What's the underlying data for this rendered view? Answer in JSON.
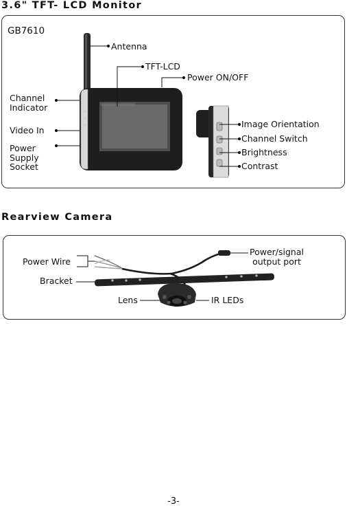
{
  "monitor": {
    "title": "3.6\"  TFT- LCD Monitor",
    "model": "GB7610",
    "labels": {
      "antenna": "Antenna",
      "tft_lcd": "TFT-LCD",
      "power_on_off": "Power ON/OFF",
      "channel_indicator": "Channel\nIndicator",
      "video_in": "Video In",
      "power_supply_socket": "Power\nSupply\nSocket",
      "image_orientation": "Image Orientation",
      "channel_switch": "Channel Switch",
      "brightness": "Brightness",
      "contrast": "Contrast"
    }
  },
  "camera": {
    "title": "Rearview Camera",
    "labels": {
      "power_wire": "Power Wire",
      "bracket": "Bracket",
      "lens": "Lens",
      "ir_leds": "IR LEDs",
      "power_signal_port": "Power/signal\noutput port"
    }
  },
  "page_number": "-3-"
}
